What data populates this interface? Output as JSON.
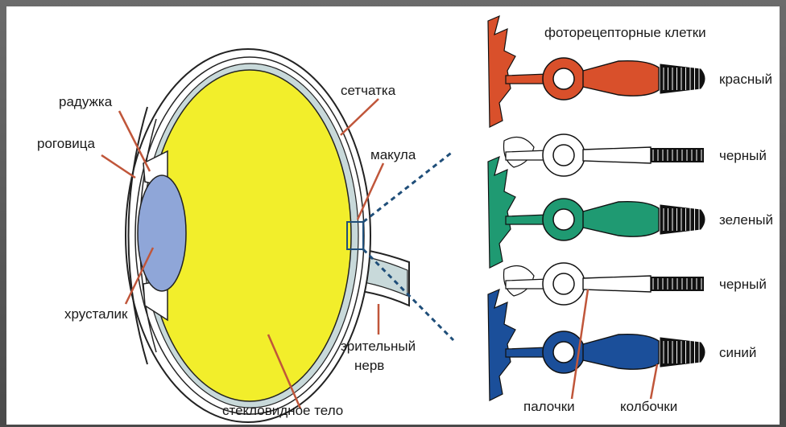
{
  "eye": {
    "labels": {
      "iris": "радужка",
      "cornea": "роговица",
      "lens": "хрусталик",
      "retina": "сетчатка",
      "macula": "макула",
      "optic_nerve_1": "зрительный",
      "optic_nerve_2": "нерв",
      "vitreous": "стекловидное тело"
    },
    "colors": {
      "vitreous": "#f2ee2b",
      "lens": "#8fa6d8",
      "retina": "#c8d9da",
      "pointer": "#c0563a",
      "zoom_line": "#1f4e79"
    }
  },
  "retina": {
    "title": "фоторецепторные клетки",
    "cells": [
      {
        "type": "cone",
        "label": "красный",
        "color": "#d9502b"
      },
      {
        "type": "rod",
        "label": "черный",
        "color": "#ffffff"
      },
      {
        "type": "cone",
        "label": "зеленый",
        "color": "#1f9a72"
      },
      {
        "type": "rod",
        "label": "черный",
        "color": "#ffffff"
      },
      {
        "type": "cone",
        "label": "синий",
        "color": "#1b4f9a"
      }
    ],
    "bottom_labels": {
      "rods": "палочки",
      "cones": "колбочки"
    }
  }
}
